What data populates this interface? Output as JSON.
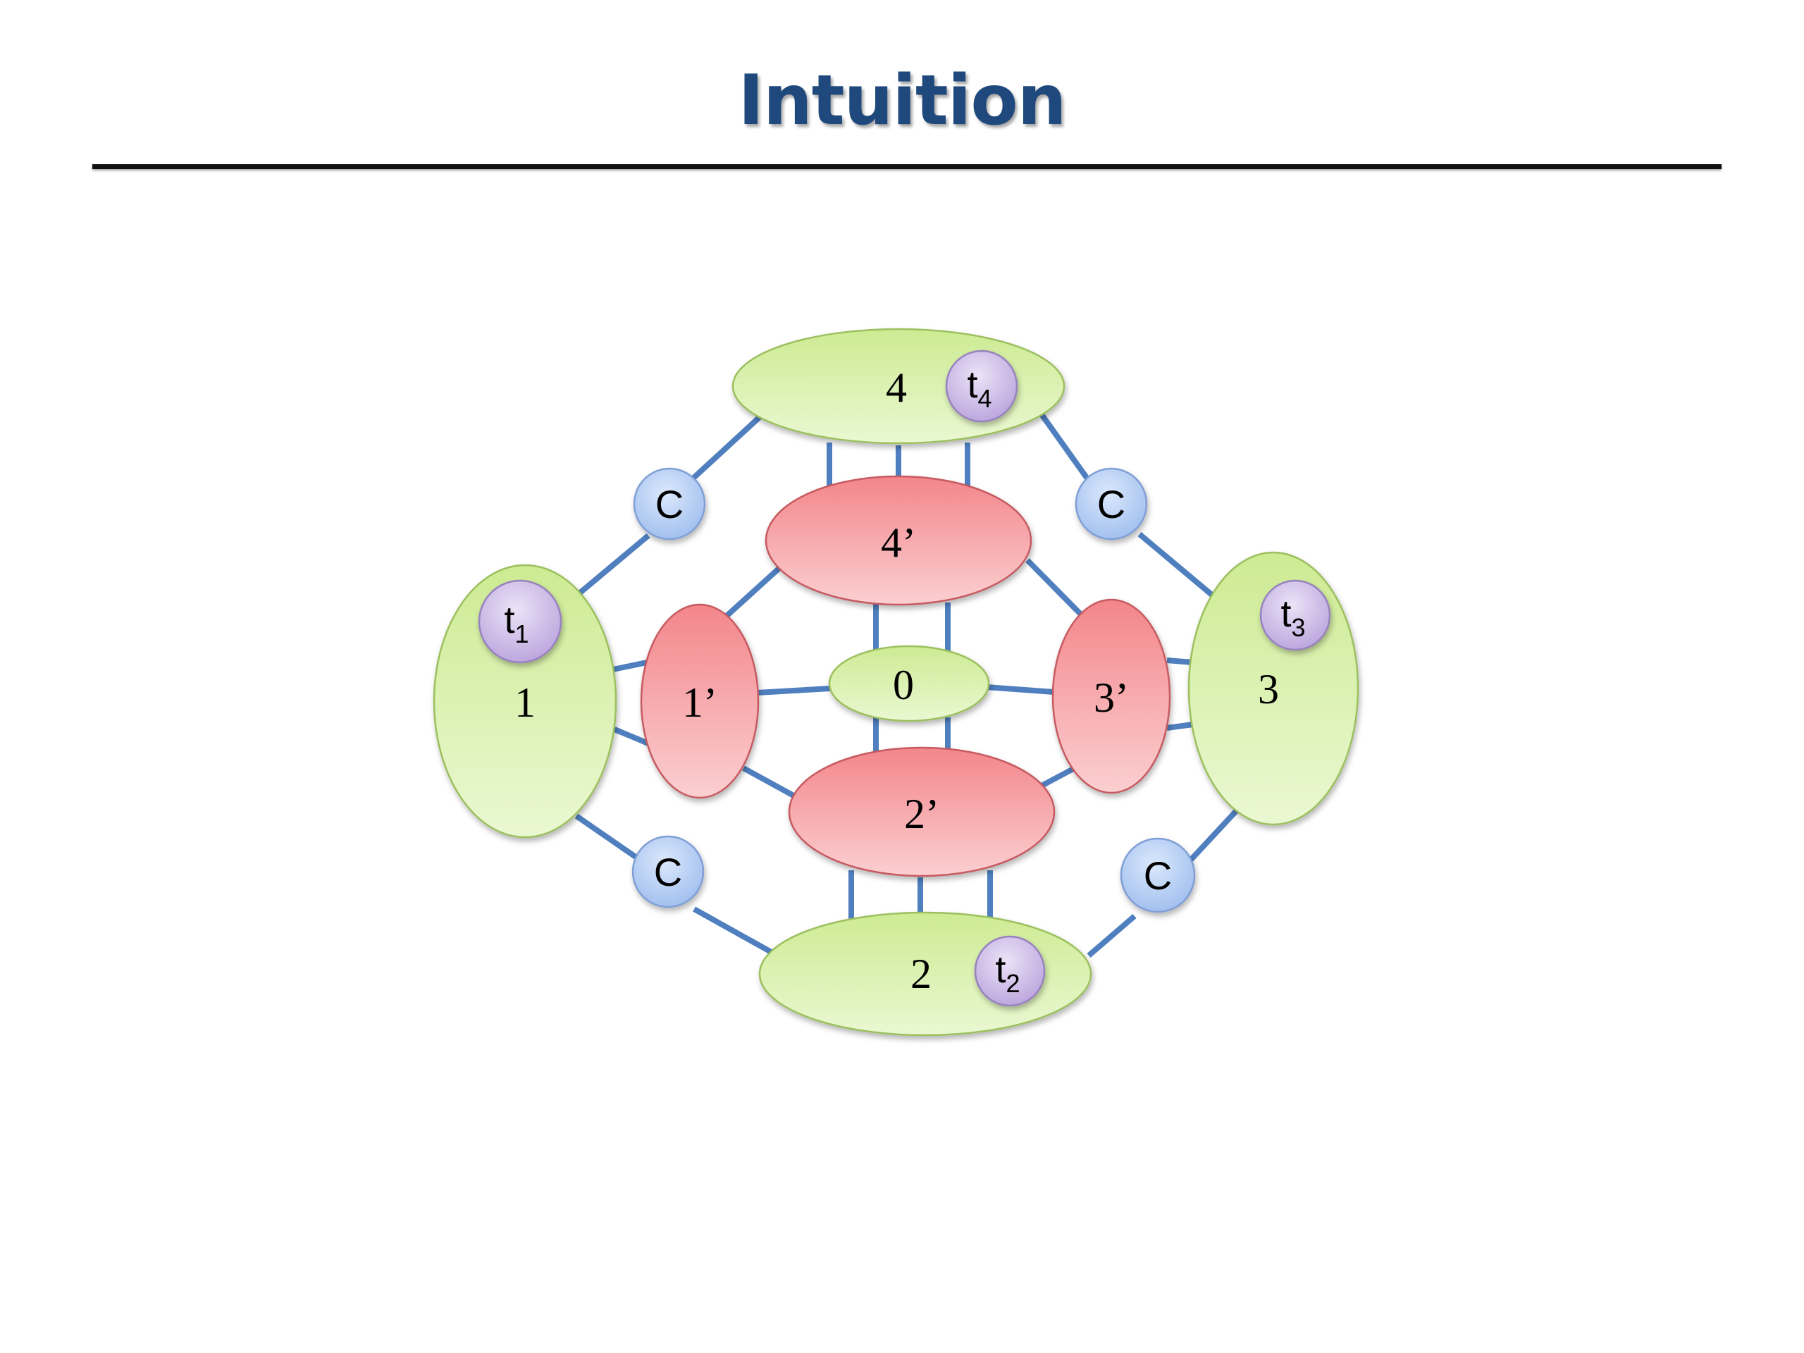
{
  "slide": {
    "title": "Intuition"
  },
  "colors": {
    "title": "#1f497d",
    "edge": "#4f7fbf",
    "green_node": "#d7f0a6",
    "red_node": "#f7a9ac",
    "c_node": "#b4cdf5",
    "t_node": "#d2c0ea"
  },
  "diagram": {
    "nodes": [
      {
        "id": "n4",
        "label": "4",
        "kind": "green"
      },
      {
        "id": "n1",
        "label": "1",
        "kind": "green"
      },
      {
        "id": "n3",
        "label": "3",
        "kind": "green"
      },
      {
        "id": "n2",
        "label": "2",
        "kind": "green"
      },
      {
        "id": "n0",
        "label": "0",
        "kind": "green"
      },
      {
        "id": "n4p",
        "label": "4’",
        "kind": "red"
      },
      {
        "id": "n1p",
        "label": "1’",
        "kind": "red"
      },
      {
        "id": "n3p",
        "label": "3’",
        "kind": "red"
      },
      {
        "id": "n2p",
        "label": "2’",
        "kind": "red"
      },
      {
        "id": "c_tl",
        "label": "C",
        "kind": "c"
      },
      {
        "id": "c_tr",
        "label": "C",
        "kind": "c"
      },
      {
        "id": "c_bl",
        "label": "C",
        "kind": "c"
      },
      {
        "id": "c_br",
        "label": "C",
        "kind": "c"
      },
      {
        "id": "t1",
        "label": "t",
        "sub": "1",
        "kind": "t"
      },
      {
        "id": "t2",
        "label": "t",
        "sub": "2",
        "kind": "t"
      },
      {
        "id": "t3",
        "label": "t",
        "sub": "3",
        "kind": "t"
      },
      {
        "id": "t4",
        "label": "t",
        "sub": "4",
        "kind": "t"
      }
    ],
    "edges": [
      {
        "from": "n4",
        "to": "c_tl",
        "count": 1
      },
      {
        "from": "c_tl",
        "to": "n1",
        "count": 1
      },
      {
        "from": "n4",
        "to": "c_tr",
        "count": 1
      },
      {
        "from": "c_tr",
        "to": "n3",
        "count": 1
      },
      {
        "from": "n1",
        "to": "c_bl",
        "count": 1
      },
      {
        "from": "c_bl",
        "to": "n2",
        "count": 1
      },
      {
        "from": "n3",
        "to": "c_br",
        "count": 1
      },
      {
        "from": "c_br",
        "to": "n2",
        "count": 1
      },
      {
        "from": "n4",
        "to": "n4p",
        "count": 3
      },
      {
        "from": "n2",
        "to": "n2p",
        "count": 3
      },
      {
        "from": "n1",
        "to": "n1p",
        "count": 2
      },
      {
        "from": "n3",
        "to": "n3p",
        "count": 2
      },
      {
        "from": "n4p",
        "to": "n0",
        "count": 2
      },
      {
        "from": "n2p",
        "to": "n0",
        "count": 2
      },
      {
        "from": "n1p",
        "to": "n0",
        "count": 1
      },
      {
        "from": "n3p",
        "to": "n0",
        "count": 1
      },
      {
        "from": "n4p",
        "to": "n1p",
        "count": 1
      },
      {
        "from": "n4p",
        "to": "n3p",
        "count": 1
      },
      {
        "from": "n2p",
        "to": "n1p",
        "count": 1
      },
      {
        "from": "n2p",
        "to": "n3p",
        "count": 1
      }
    ]
  }
}
